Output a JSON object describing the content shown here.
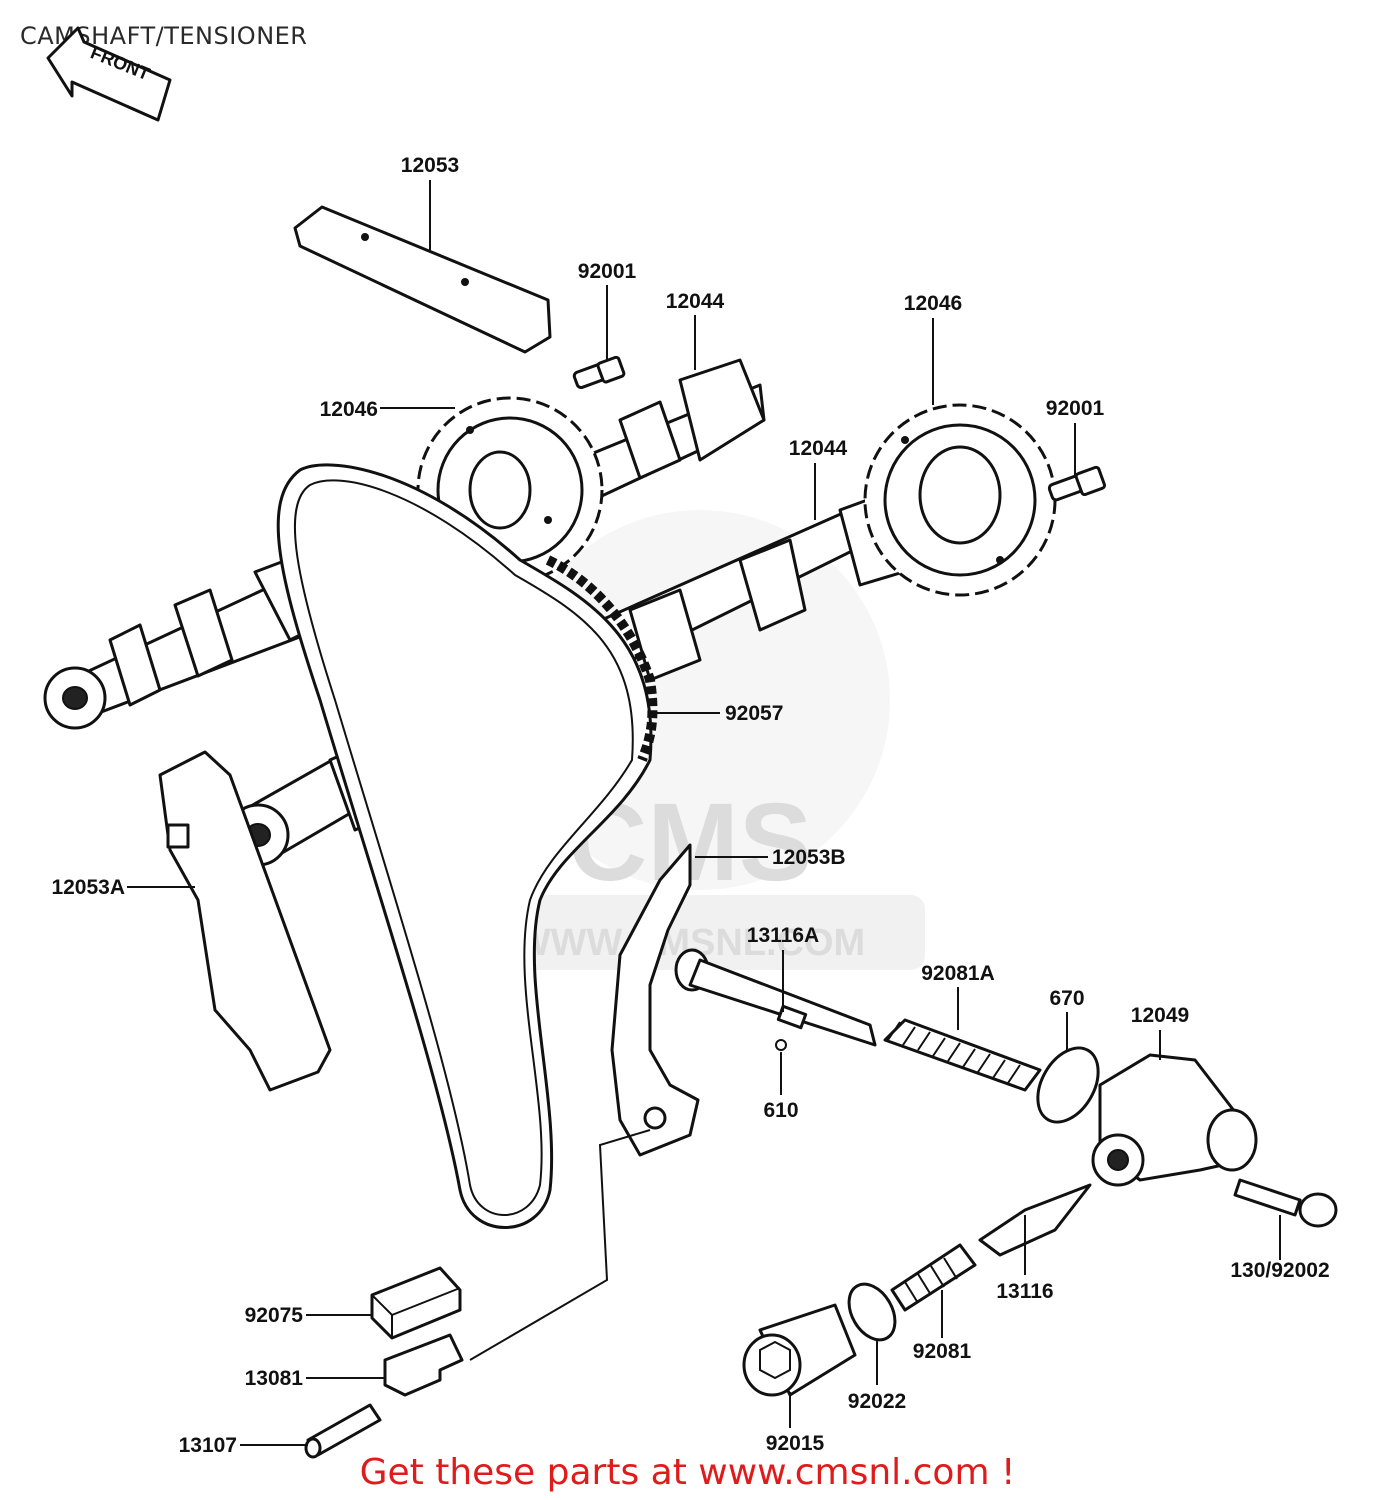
{
  "page": {
    "title": "CAMSHAFT/TENSIONER",
    "promo": "Get these parts at www.cmsnl.com !"
  },
  "front_arrow": {
    "label": "FRONT",
    "icon": "front-arrow-icon"
  },
  "watermark": {
    "logo_text": "CMS",
    "url_text": "WWW.CMSNL.COM"
  },
  "callouts": {
    "c12053": "12053",
    "c92001_top": "92001",
    "c12044_top": "12044",
    "c12046_right": "12046",
    "c12046_left": "12046",
    "c92001_right": "92001",
    "c12044_mid": "12044",
    "c92057": "92057",
    "c12053B": "12053B",
    "c12053A": "12053A",
    "c13116A": "13116A",
    "c92081A": "92081A",
    "c670": "670",
    "c12049": "12049",
    "c610": "610",
    "c130_92002": "130/92002",
    "c13116": "13116",
    "c92081": "92081",
    "c92075": "92075",
    "c13081": "13081",
    "c13107": "13107",
    "c92022": "92022",
    "c92015": "92015"
  },
  "colors": {
    "promo": "#e01b1b",
    "line_art": "#111111",
    "watermark": "#e6e6e6"
  }
}
